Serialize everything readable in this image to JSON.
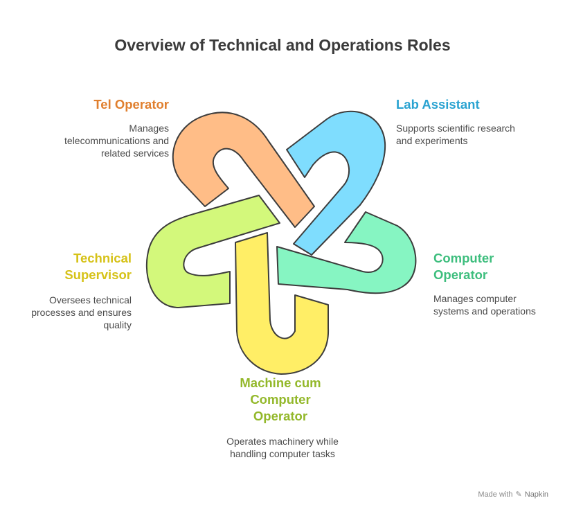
{
  "title": "Overview of Technical and Operations Roles",
  "roles": [
    {
      "title": "Tel Operator",
      "description": "Manages telecommunications and related services",
      "color": "#E07F2E",
      "fill": "#FFBD87"
    },
    {
      "title": "Lab Assistant",
      "description": "Supports scientific research and experiments",
      "color": "#2AA3D1",
      "fill": "#7FDDFE"
    },
    {
      "title": "Computer Operator",
      "description": "Manages computer systems and operations",
      "color": "#3EBE7E",
      "fill": "#86F5C2"
    },
    {
      "title": "Machine cum Computer Operator",
      "description": "Operates machinery while handling computer tasks",
      "color": "#93B82A",
      "fill": "#D3F87B"
    },
    {
      "title": "Technical Supervisor",
      "description": "Oversees technical processes and ensures quality",
      "color": "#D6C218",
      "fill": "#FFEE66"
    }
  ],
  "credit": {
    "made_with": "Made with",
    "brand": "Napkin"
  }
}
